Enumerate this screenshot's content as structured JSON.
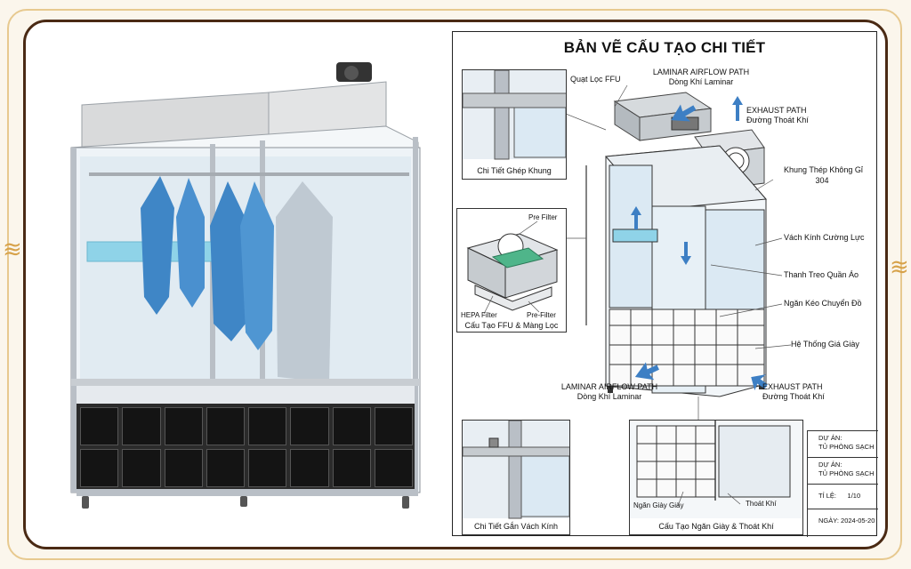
{
  "sheet": {
    "title": "BẢN VẼ CẤU TẠO CHI TIẾT"
  },
  "labels": {
    "ffu_fan": "Quạt Lọc FFU",
    "laminar_top_en": "LAMINAR AIRFLOW PATH",
    "laminar_top_vi": "Dòng Khí Laminar",
    "exhaust_top_en": "EXHAUST PATH",
    "exhaust_top_vi": "Đường Thoát Khí",
    "frame_steel_1": "Khung Thép Không Gỉ",
    "frame_steel_2": "304",
    "glass": "Vách Kính Cường Lực",
    "hanger": "Thanh Treo Quần Áo",
    "drawer": "Ngăn Kéo Chuyển Đồ",
    "shoe_rack": "Hệ Thống Giá Giày",
    "laminar_bottom_en": "LAMINAR AIRFLOW PATH",
    "laminar_bottom_vi": "Dòng Khí Laminar",
    "exhaust_bottom_en": "EXHAUST PATH",
    "exhaust_bottom_vi": "Đường Thoát Khí"
  },
  "details": {
    "frame_joint": "Chi Tiết Ghép Khung",
    "ffu_structure": "Cấu Tạo FFU & Màng Lọc",
    "pre_filter_top": "Pre Filter",
    "hepa_filter": "HEPA Filter",
    "pre_filter": "Pre-Filter",
    "glass_mount": "Chi Tiết Gắn Vách Kính",
    "shoe_exhaust": "Cấu Tạo Ngăn Giày & Thoát Khí",
    "shoe_compartment": "Ngăn Giày Giày",
    "exhaust_vent": "Thoát Khí"
  },
  "title_block": {
    "project_label_1": "DỰ ÁN:",
    "project_value_1": "TỦ PHÒNG SẠCH",
    "project_label_2": "DỰ ÁN:",
    "project_value_2": "TỦ PHÒNG SẠCH",
    "scale_label": "TỈ LỆ:",
    "scale_value": "1/10",
    "date_label": "NGÀY:",
    "date_value": "2024-05-20"
  },
  "colors": {
    "frame_dark": "#4a2a14",
    "frame_gold": "#e7c98f",
    "accent_gold": "#d7a24a",
    "steel": "#b9bfc6",
    "glass": "#dbe9f3",
    "arrow_blue": "#3d7fc4",
    "gown_blue": "#3f86c6",
    "filter_green": "#4fb58a",
    "cyan_bar": "#8fd3e8"
  }
}
